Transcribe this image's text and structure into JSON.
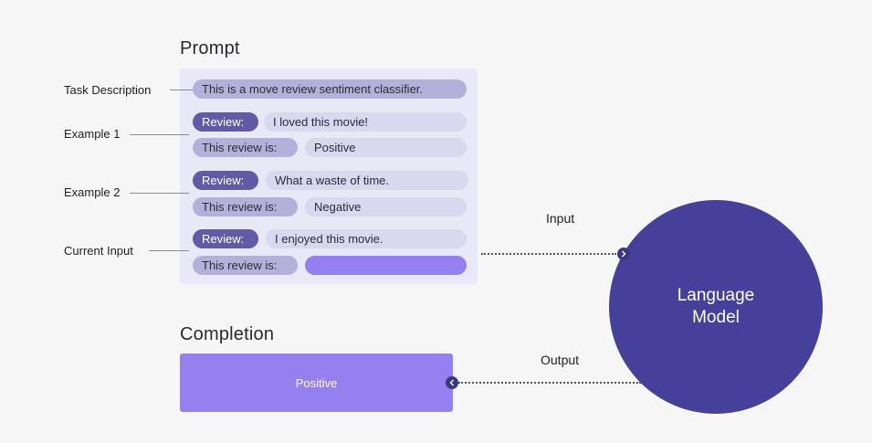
{
  "prompt": {
    "title": "Prompt",
    "task_label": "Task Description",
    "task_text": "This is a move review sentiment classifier.",
    "examples": [
      {
        "label": "Example 1",
        "review_key": "Review:",
        "review_text": "I loved this movie!",
        "verdict_key": "This review is:",
        "verdict_value": "Positive"
      },
      {
        "label": "Example 2",
        "review_key": "Review:",
        "review_text": "What a waste of time.",
        "verdict_key": "This review is:",
        "verdict_value": "Negative"
      }
    ],
    "current": {
      "label": "Current Input",
      "review_key": "Review:",
      "review_text": "I enjoyed this movie.",
      "verdict_key": "This review is:"
    }
  },
  "completion": {
    "title": "Completion",
    "value": "Positive"
  },
  "model": {
    "label": "Language\nModel"
  },
  "flow": {
    "input_label": "Input",
    "output_label": "Output"
  },
  "colors": {
    "panel": "#e9e8f7",
    "key_pill": "#625aa6",
    "light_pill": "#b4b0d9",
    "accent": "#9480ef",
    "model": "#454099"
  }
}
